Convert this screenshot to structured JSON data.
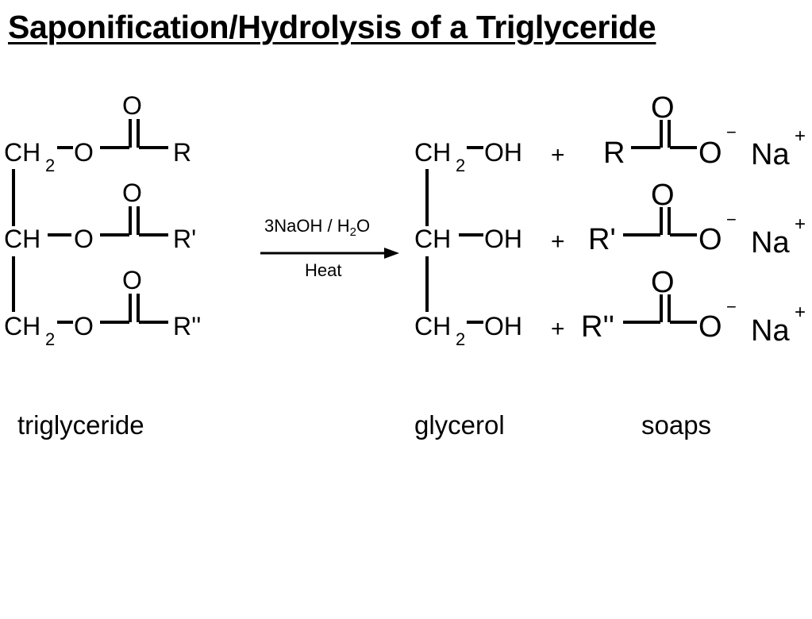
{
  "title": "Saponification/Hydrolysis of a Triglyceride",
  "triglyceride": {
    "rows": [
      {
        "carbon": "CH",
        "sub": "2",
        "oxygen": "O",
        "carbonyl_o": "O",
        "r_group": "R"
      },
      {
        "carbon": "CH",
        "sub": "",
        "oxygen": "O",
        "carbonyl_o": "O",
        "r_group": "R'"
      },
      {
        "carbon": "CH",
        "sub": "2",
        "oxygen": "O",
        "carbonyl_o": "O",
        "r_group": "R''"
      }
    ],
    "label": "triglyceride"
  },
  "reagents": {
    "top_main": "3NaOH / H",
    "top_sub": "2",
    "top_tail": "O",
    "bottom": "Heat"
  },
  "glycerol": {
    "rows": [
      {
        "carbon": "CH",
        "sub": "2",
        "group": "OH",
        "plus": "+"
      },
      {
        "carbon": "CH",
        "sub": "",
        "group": "OH",
        "plus": "+"
      },
      {
        "carbon": "CH",
        "sub": "2",
        "group": "OH",
        "plus": "+"
      }
    ],
    "label": "glycerol"
  },
  "soaps": {
    "rows": [
      {
        "r_group": "R",
        "carbonyl_o": "O",
        "oxygen": "O",
        "charge": "−",
        "cation": "Na",
        "cation_charge": "+"
      },
      {
        "r_group": "R'",
        "carbonyl_o": "O",
        "oxygen": "O",
        "charge": "−",
        "cation": "Na",
        "cation_charge": "+"
      },
      {
        "r_group": "R''",
        "carbonyl_o": "O",
        "oxygen": "O",
        "charge": "−",
        "cation": "Na",
        "cation_charge": "+"
      }
    ],
    "label": "soaps"
  }
}
